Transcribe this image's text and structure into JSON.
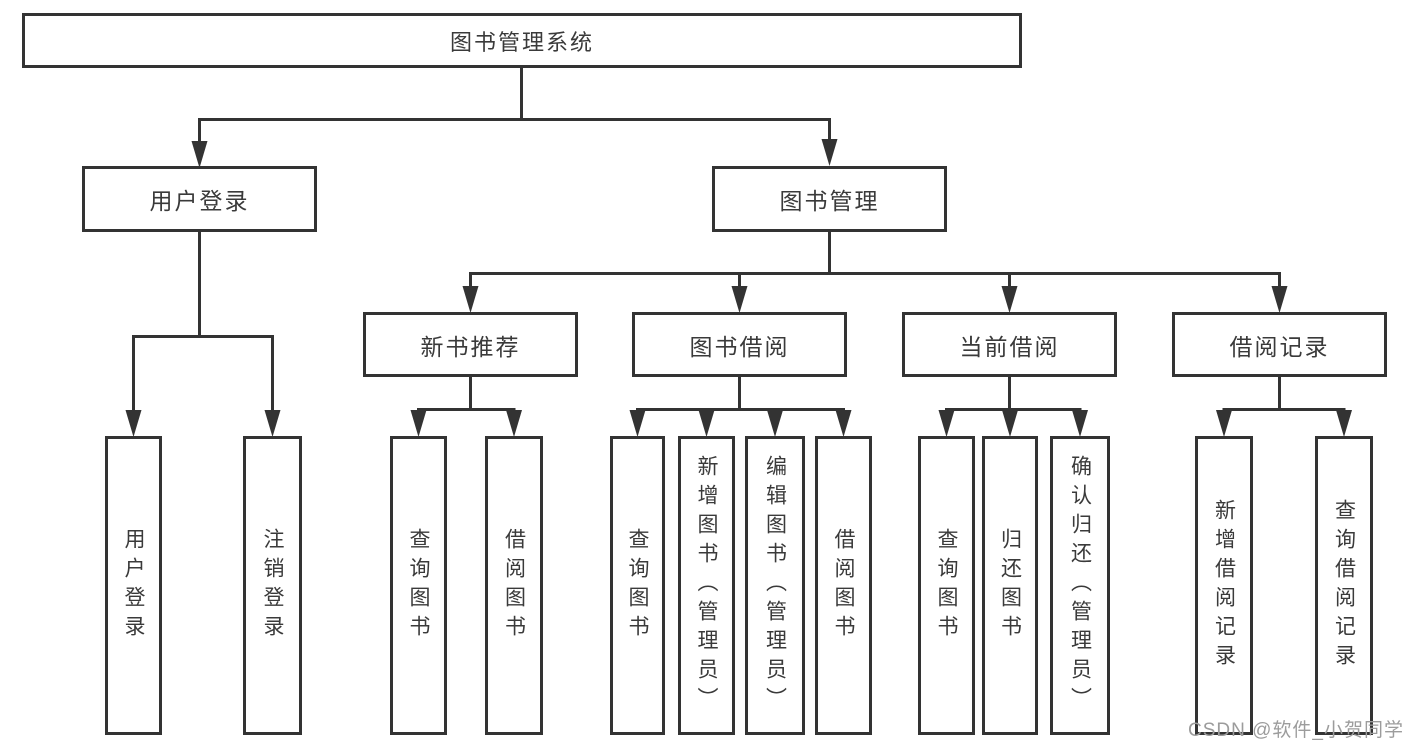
{
  "tree": {
    "root": {
      "label": "图书管理系统",
      "children": [
        {
          "label": "用户登录",
          "children": [
            {
              "label": "用户登录"
            },
            {
              "label": "注销登录"
            }
          ]
        },
        {
          "label": "图书管理",
          "children": [
            {
              "label": "新书推荐",
              "children": [
                {
                  "label": "查询图书"
                },
                {
                  "label": "借阅图书"
                }
              ]
            },
            {
              "label": "图书借阅",
              "children": [
                {
                  "label": "查询图书"
                },
                {
                  "label": "新增图书（管理员）"
                },
                {
                  "label": "编辑图书（管理员）"
                },
                {
                  "label": "借阅图书"
                }
              ]
            },
            {
              "label": "当前借阅",
              "children": [
                {
                  "label": "查询图书"
                },
                {
                  "label": "归还图书"
                },
                {
                  "label": "确认归还（管理员）"
                }
              ]
            },
            {
              "label": "借阅记录",
              "children": [
                {
                  "label": "新增借阅记录"
                },
                {
                  "label": "查询借阅记录"
                }
              ]
            }
          ]
        }
      ]
    }
  },
  "watermark": "CSDN @软件_小贺同学",
  "colors": {
    "line": "#333333",
    "text": "#3a3a3a",
    "watermark": "#9c9c9c",
    "background": "#ffffff"
  }
}
